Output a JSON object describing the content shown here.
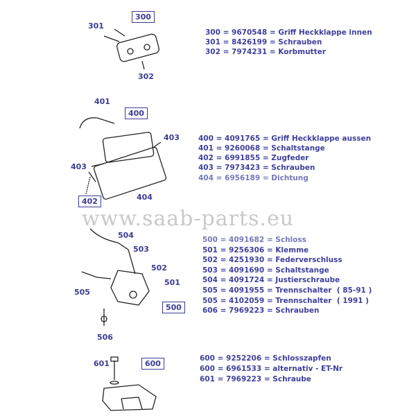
{
  "watermark": "www.saab-parts.eu",
  "callouts": {
    "c300": "300",
    "c301": "301",
    "c302": "302",
    "c400": "400",
    "c401": "401",
    "c402": "402",
    "c403a": "403",
    "c403b": "403",
    "c404": "404",
    "c500": "500",
    "c501": "501",
    "c502": "502",
    "c503": "503",
    "c504": "504",
    "c505": "505",
    "c506": "506",
    "c600": "600",
    "c601": "601"
  },
  "groups": [
    {
      "lines": [
        "300 = 9670548 = Griff Heckklappe innen",
        "301 = 8426199 = Schrauben",
        "302 = 7974231 = Korbmutter"
      ]
    },
    {
      "lines": [
        "400 = 4091765 = Griff Heckklappe aussen",
        "401 = 9260068 = Schaltstange",
        "402 = 6991855 = Zugfeder",
        "403 = 7973423 = Schrauben",
        "404 = 6956189 = Dichtung"
      ]
    },
    {
      "lines": [
        "500 = 4091682 = Schloss",
        "501 = 9256306 = Klemme",
        "502 = 4251930 = Federverschluss",
        "503 = 4091690 = Schaltstange",
        "504 = 4091724 = Justierschraube",
        "505 = 4091955 = Trennschalter  ( 85-91 )",
        "505 = 4102059 = Trennschalter  ( 1991 )",
        "606 = 7969223 = Schrauben"
      ]
    },
    {
      "lines": [
        "600 = 9252206 = Schlosszapfen",
        "600 = 6961533 = alternativ - ET-Nr",
        "601 = 7969223 = Schraube"
      ]
    }
  ]
}
